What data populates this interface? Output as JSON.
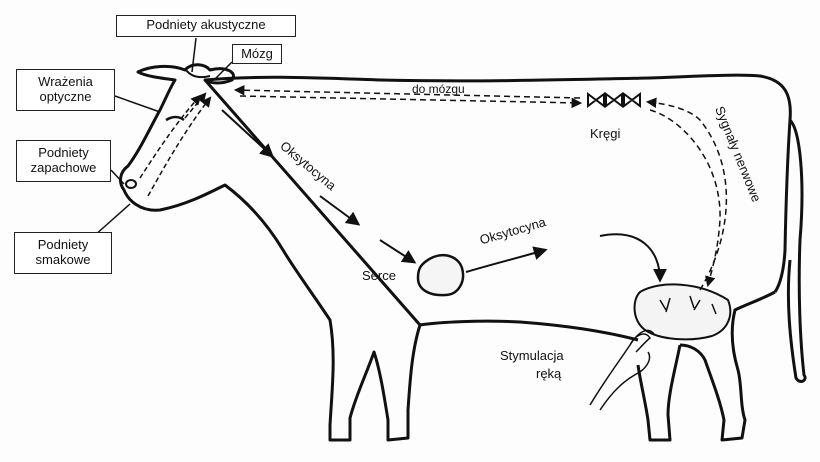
{
  "boxes": {
    "acoustic": "Podniety akustyczne",
    "brain": "Mózg",
    "optical": "Wrażenia optyczne",
    "smell": "Podniety zapachowe",
    "taste": "Podniety smakowe"
  },
  "labels": {
    "to_brain": "do mózgu",
    "vertebrae": "Kręgi",
    "oxytocin_1": "Oksytocyna",
    "oxytocin_2": "Oksytocyna",
    "heart": "Serce",
    "nerve_signals": "Sygnały nerwowe",
    "stimulation_line1": "Stymulacja",
    "stimulation_line2": "ręką"
  }
}
